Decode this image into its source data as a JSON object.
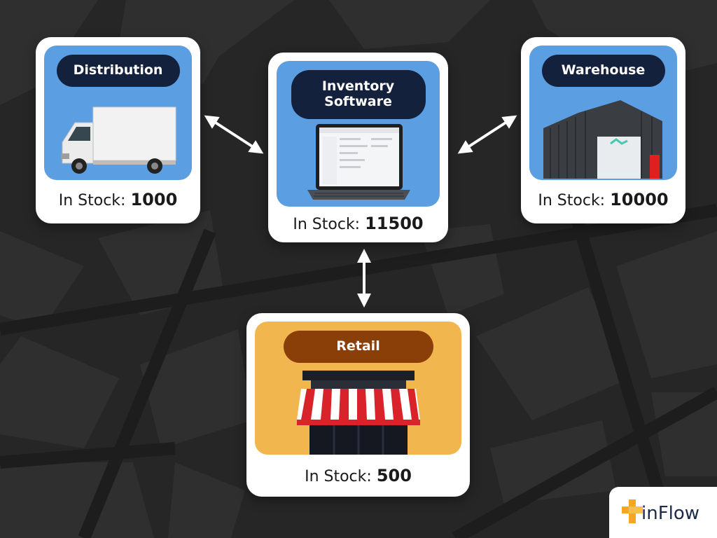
{
  "nodes": {
    "distribution": {
      "label": "Distribution",
      "stock_prefix": "In Stock:",
      "stock_value": "1000"
    },
    "inventory": {
      "label_line1": "Inventory",
      "label_line2": "Software",
      "stock_prefix": "In Stock:",
      "stock_value": "11500"
    },
    "warehouse": {
      "label": "Warehouse",
      "stock_prefix": "In Stock:",
      "stock_value": "10000"
    },
    "retail": {
      "label": "Retail",
      "stock_prefix": "In Stock:",
      "stock_value": "500"
    }
  },
  "edges": [
    {
      "from": "distribution",
      "to": "inventory",
      "type": "bidirectional"
    },
    {
      "from": "warehouse",
      "to": "inventory",
      "type": "bidirectional"
    },
    {
      "from": "retail",
      "to": "inventory",
      "type": "bidirectional"
    }
  ],
  "brand": {
    "name": "inFlow"
  },
  "colors": {
    "background": "#262626",
    "card_blue": "#5b9fe2",
    "card_gold": "#f2b64f",
    "pill_navy": "#14213d",
    "pill_brown": "#8a3e08"
  }
}
